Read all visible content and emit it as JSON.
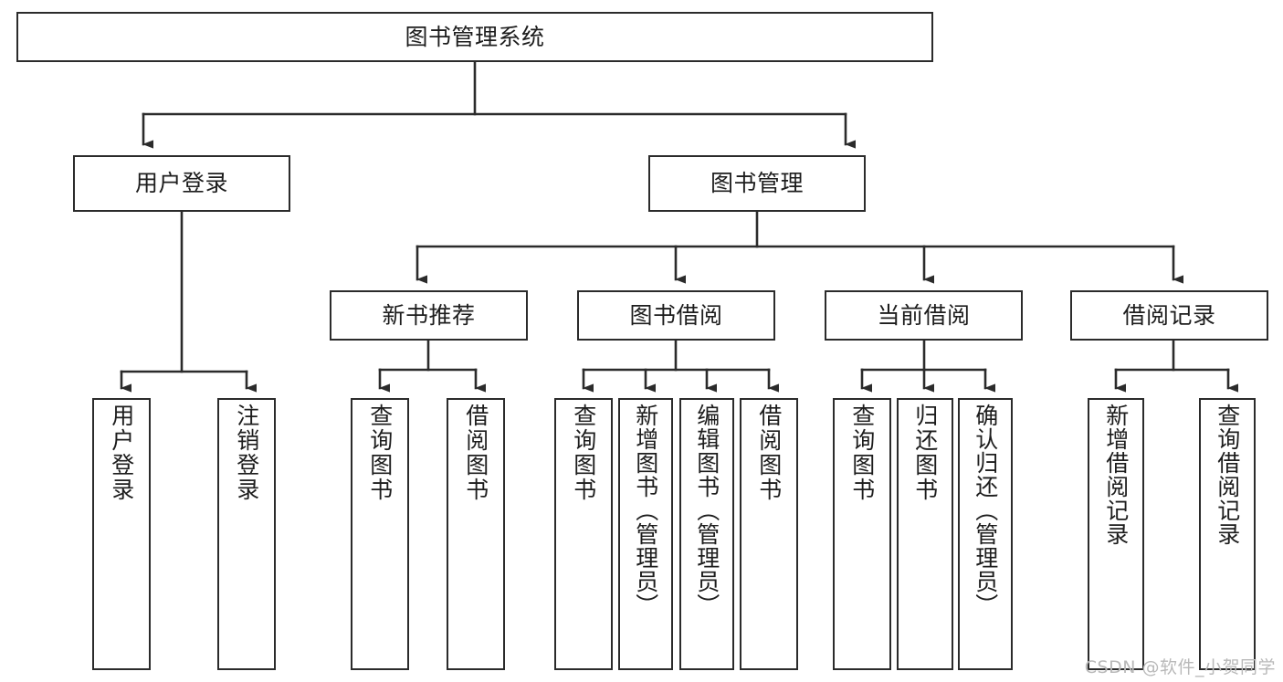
{
  "diagram": {
    "title": "图书管理系统",
    "type": "tree",
    "watermark": "CSDN @软件_小贺同学",
    "colors": {
      "border": "#2b2b2b",
      "text": "#1d1d1d",
      "background": "#ffffff",
      "edge": "#2b2b2b",
      "watermark": "#b9b9b9"
    },
    "nodes": {
      "root": {
        "label": "图书管理系统",
        "orientation": "horizontal"
      },
      "level2": [
        {
          "label": "用户登录",
          "orientation": "horizontal"
        },
        {
          "label": "图书管理",
          "orientation": "horizontal"
        }
      ],
      "level3": [
        {
          "label": "新书推荐",
          "orientation": "horizontal"
        },
        {
          "label": "图书借阅",
          "orientation": "horizontal"
        },
        {
          "label": "当前借阅",
          "orientation": "horizontal"
        },
        {
          "label": "借阅记录",
          "orientation": "horizontal"
        }
      ],
      "leaves": {
        "user_login": [
          {
            "label": "用户登录",
            "orientation": "vertical"
          },
          {
            "label": "注销登录",
            "orientation": "vertical"
          }
        ],
        "new_book_recommend": [
          {
            "label": "查询图书",
            "orientation": "vertical"
          },
          {
            "label": "借阅图书",
            "orientation": "vertical"
          }
        ],
        "book_borrow": [
          {
            "label": "查询图书",
            "orientation": "vertical"
          },
          {
            "label": "新增图书（管理员）",
            "orientation": "vertical"
          },
          {
            "label": "编辑图书（管理员）",
            "orientation": "vertical"
          },
          {
            "label": "借阅图书",
            "orientation": "vertical"
          }
        ],
        "current_borrow": [
          {
            "label": "查询图书",
            "orientation": "vertical"
          },
          {
            "label": "归还图书",
            "orientation": "vertical"
          },
          {
            "label": "确认归还（管理员）",
            "orientation": "vertical"
          }
        ],
        "borrow_record": [
          {
            "label": "新增借阅记录",
            "orientation": "vertical"
          },
          {
            "label": "查询借阅记录",
            "orientation": "vertical"
          }
        ]
      }
    }
  }
}
